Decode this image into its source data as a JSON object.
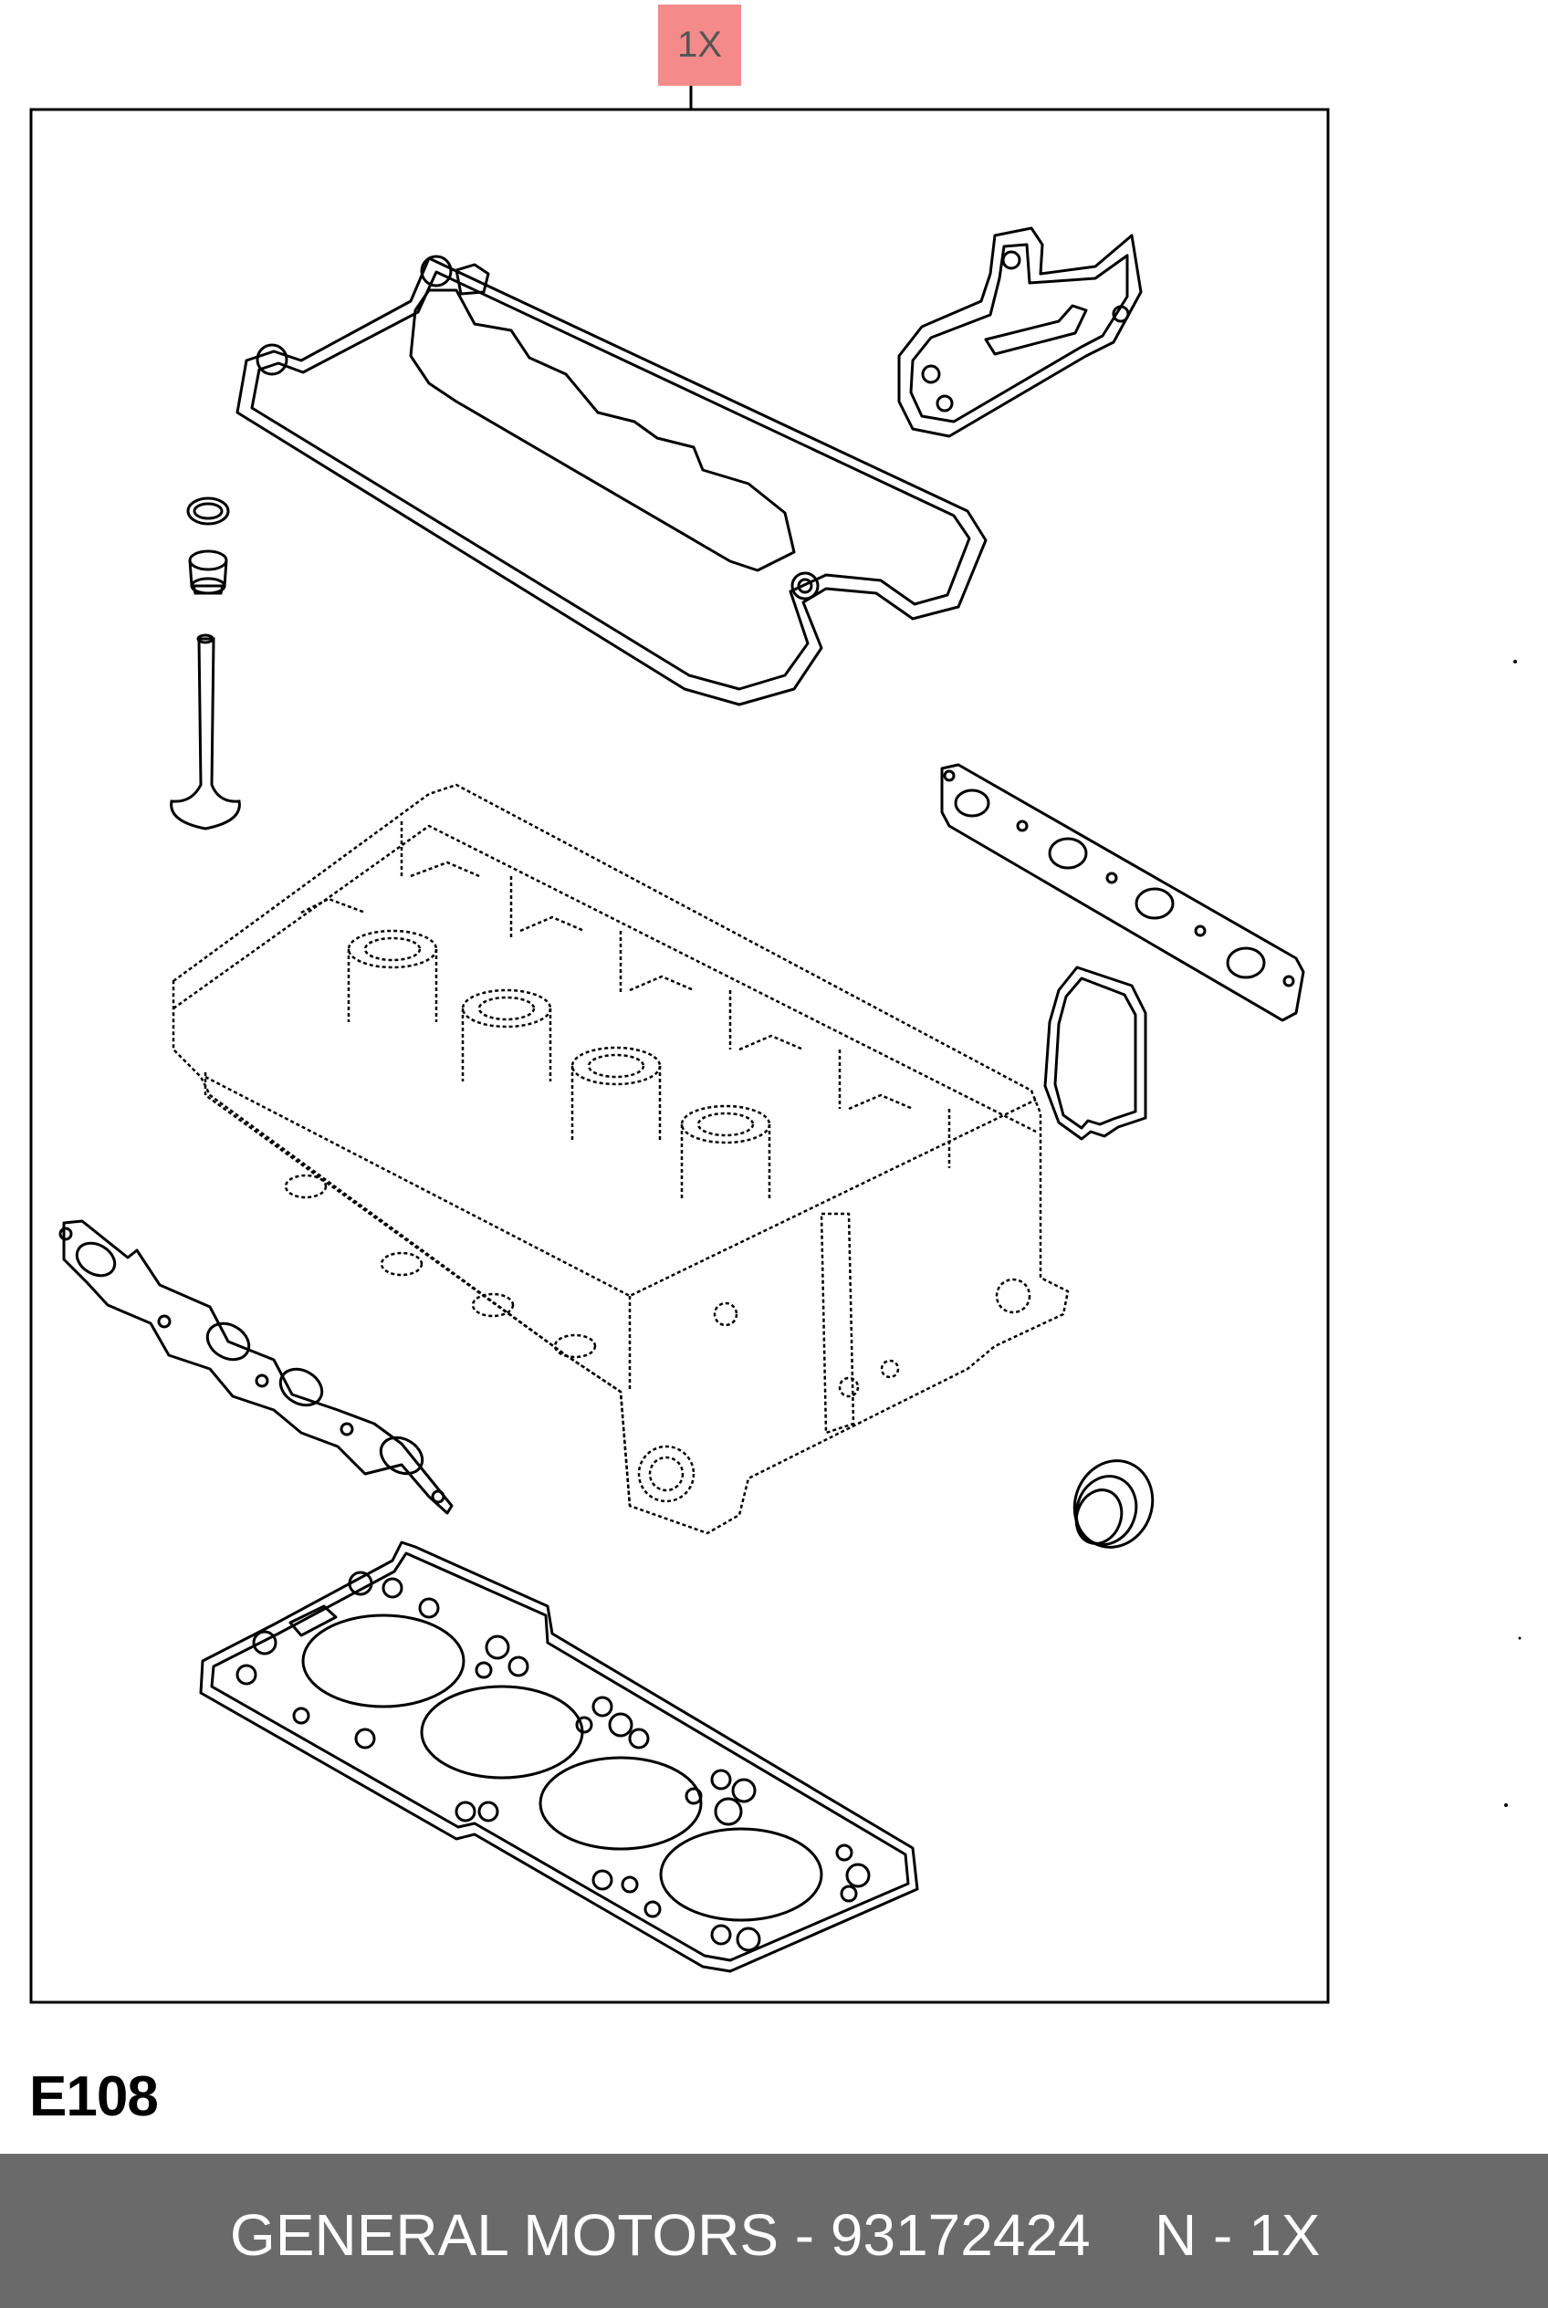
{
  "diagram": {
    "frame_label": "1X",
    "figure_code": "E108",
    "parts": [
      {
        "id": "valve-cover-gasket"
      },
      {
        "id": "thermostat-housing-gasket"
      },
      {
        "id": "o-ring"
      },
      {
        "id": "valve-stem-seal"
      },
      {
        "id": "valve"
      },
      {
        "id": "cylinder-head"
      },
      {
        "id": "exhaust-manifold-gasket"
      },
      {
        "id": "intake-manifold-gasket"
      },
      {
        "id": "water-outlet-gasket"
      },
      {
        "id": "camshaft-seal"
      },
      {
        "id": "cylinder-head-gasket"
      }
    ]
  },
  "footer": {
    "brand": "GENERAL MOTORS",
    "separator": " - ",
    "part_number": "93172424",
    "quantity_label": "N - 1X"
  },
  "colors": {
    "footer_bg": "#6a6a6a",
    "footer_text": "#ffffff",
    "label_bg": "#f48a8a",
    "label_text": "#555555",
    "line": "#000000"
  }
}
